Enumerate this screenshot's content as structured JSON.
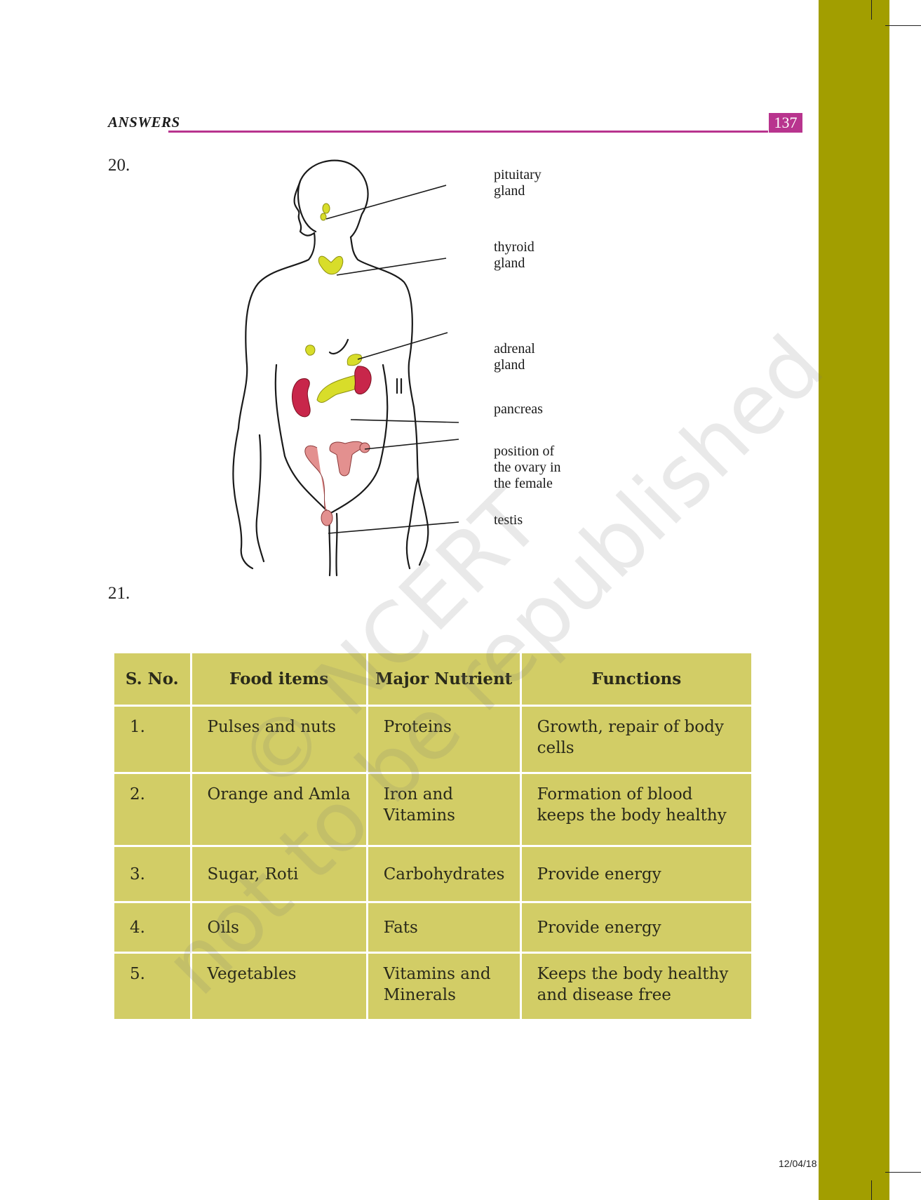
{
  "header": {
    "section_title": "ANSWERS",
    "page_number": "137"
  },
  "questions": {
    "q20": "20.",
    "q21": "21."
  },
  "diagram": {
    "labels": {
      "pituitary": "pituitary\ngland",
      "thyroid": "thyroid\ngland",
      "adrenal": "adrenal\ngland",
      "pancreas": "pancreas",
      "ovary": "position of\nthe ovary in\nthe female",
      "testis": "testis"
    },
    "colors": {
      "gland_yellow": "#d8dd2a",
      "kidney_red": "#c8264a",
      "uterus_pink": "#e3908f"
    }
  },
  "table": {
    "headers": [
      "S. No.",
      "Food items",
      "Major Nutrient",
      "Functions"
    ],
    "rows": [
      [
        "1.",
        "Pulses and nuts",
        "Proteins",
        "Growth, repair of body cells"
      ],
      [
        "2.",
        "Orange and Amla",
        "Iron and Vitamins",
        "Formation of blood keeps the body healthy"
      ],
      [
        "3.",
        "Sugar, Roti",
        "Carbohydrates",
        "Provide energy"
      ],
      [
        "4.",
        "Oils",
        "Fats",
        "Provide energy"
      ],
      [
        "5.",
        "Vegetables",
        "Vitamins and Minerals",
        "Keeps the body healthy and disease free"
      ]
    ]
  },
  "watermark": {
    "line1": "© NCERT",
    "line2": "not to be republished"
  },
  "footer": {
    "date": "12/04/18"
  },
  "colors": {
    "side_band": "#a29e00",
    "accent_magenta": "#b8348e",
    "table_fill": "#d2cd66"
  }
}
